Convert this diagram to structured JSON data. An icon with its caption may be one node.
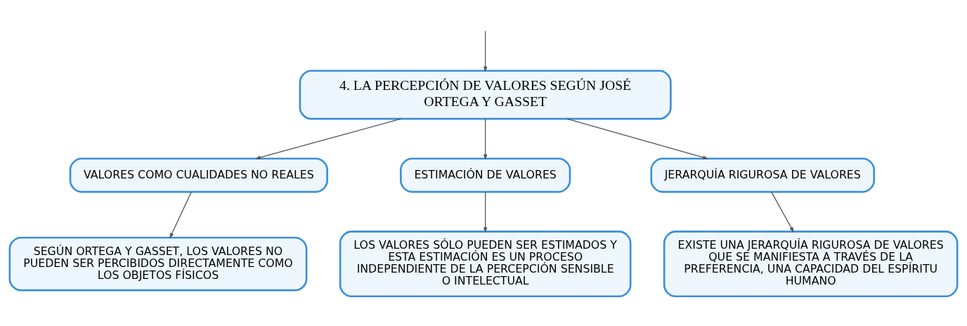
{
  "diagram": {
    "nodes": [
      {
        "text": [
          "4. LA PERCEPCIÓN DE VALORES SEGÚN JOSÉ ORTEGA Y GASSET"
        ]
      },
      {
        "text": [
          "VALORES COMO CUALIDADES NO REALES"
        ]
      },
      {
        "text": [
          "ESTIMACIÓN DE VALORES"
        ]
      },
      {
        "text": [
          "JERARQUÍA RIGUROSA DE VALORES"
        ]
      },
      {
        "text": [
          "SEGÚN ORTEGA Y GASSET, LOS VALORES NO PUEDEN SER PERCIBIDOS DIRECTAMENTE COMO LOS OBJETOS FÍSICOS"
        ]
      },
      {
        "text": [
          "LOS VALORES SÓLO PUEDEN SER ESTIMADOS Y ESTA ESTIMACIÓN ES UN PROCESO INDEPENDIENTE DE LA PERCEPCIÓN SENSIBLE O INTELECTUAL"
        ]
      },
      {
        "text": [
          "EXISTE UNA JERARQUÍA RIGUROSA DE VALORES QUE SE MANIFIESTA A TRAVÉS DE LA PREFERENCIA, UNA CAPACIDAD DEL ESPÍRITU HUMANO"
        ]
      }
    ],
    "edges": [
      {
        "from": null,
        "to": 0,
        "arrow": "to"
      },
      {
        "from": 0,
        "to": 1,
        "arrow": "to"
      },
      {
        "from": 0,
        "to": 2,
        "arrow": "to"
      },
      {
        "from": 0,
        "to": 3,
        "arrow": "to"
      },
      {
        "from": 1,
        "to": 4,
        "arrow": "to"
      },
      {
        "from": 2,
        "to": 5,
        "arrow": "to"
      },
      {
        "from": 3,
        "to": 6,
        "arrow": "to"
      }
    ]
  }
}
